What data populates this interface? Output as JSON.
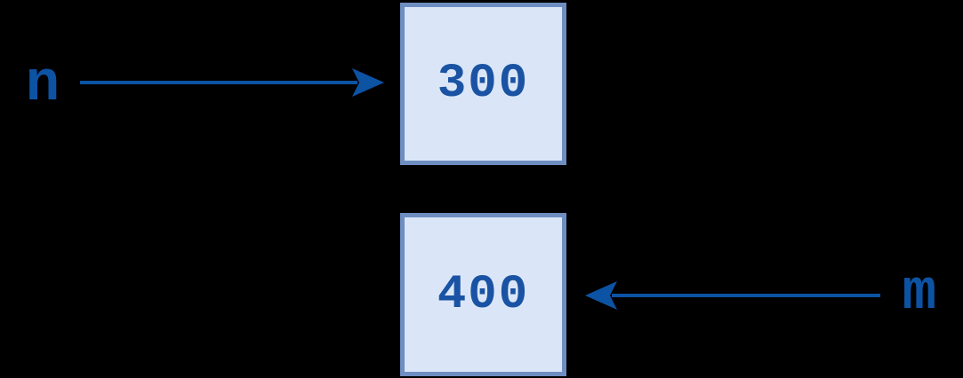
{
  "diagram": {
    "description": "Two variables pointing to value boxes",
    "background": "#000000",
    "labels": {
      "n": "n",
      "m": "m"
    },
    "boxes": [
      {
        "value": "300",
        "pointed_by": "n"
      },
      {
        "value": "400",
        "pointed_by": "m"
      }
    ],
    "arrows": [
      {
        "from_label": "n",
        "to_value": "300",
        "direction": "right"
      },
      {
        "from_label": "m",
        "to_value": "400",
        "direction": "left"
      }
    ],
    "colors": {
      "background": "#000000",
      "box_fill": "#dae6f7",
      "box_border": "#6e8ec1",
      "value_text": "#1a53a3",
      "arrow": "#0d53a4",
      "label_text": "#0d53a4"
    }
  }
}
